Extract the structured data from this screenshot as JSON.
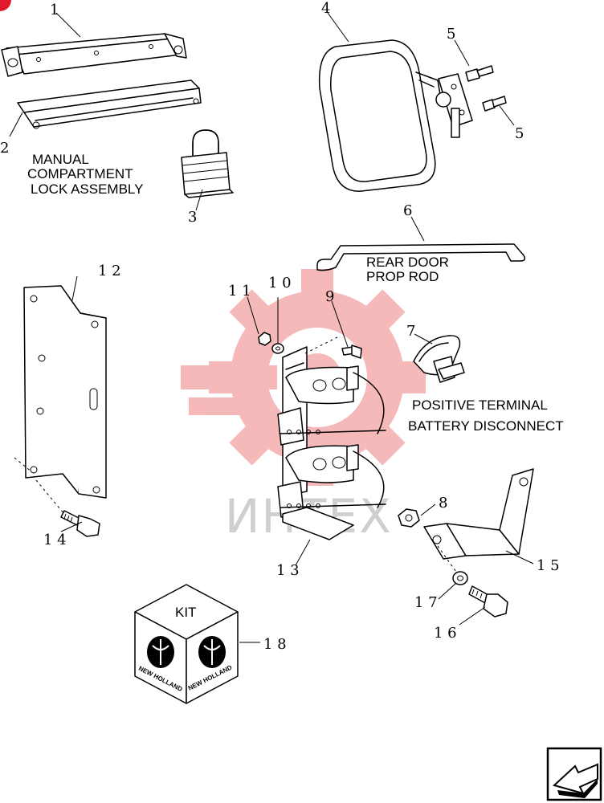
{
  "captions": {
    "lock_line1": "MANUAL",
    "lock_line2": "COMPARTMENT",
    "lock_line3": "LOCK ASSEMBLY",
    "rod_line1": "REAR DOOR",
    "rod_line2": "PROP ROD",
    "batt_line1": "POSITIVE TERMINAL",
    "batt_line2": "BATTERY DISCONNECT"
  },
  "callouts": [
    "1",
    "2",
    "3",
    "4",
    "5",
    "5",
    "6",
    "7",
    "8",
    "9",
    "1 0",
    "1 1",
    "1 2",
    "1 3",
    "1 4",
    "1 5",
    "1 6",
    "1 7",
    "1 8"
  ],
  "kit": {
    "label": "KIT",
    "brand_left": "NEW HOLLAND",
    "brand_right": "NEW HOLLAND"
  },
  "watermark": "ИНТЕХ",
  "colors": {
    "line": "#000000",
    "watermark": "#f2a0a0"
  },
  "icons": {
    "nav": "next-page-arrow-icon"
  }
}
